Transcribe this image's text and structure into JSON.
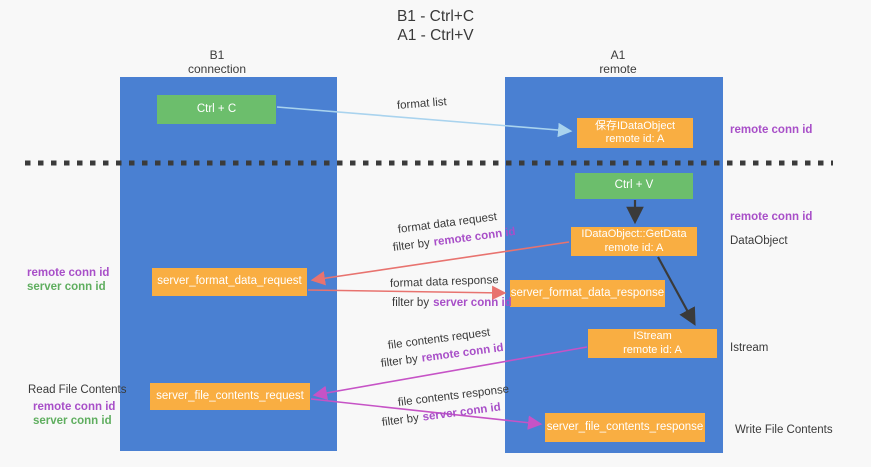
{
  "title": {
    "line1": "B1 - Ctrl+C",
    "line2": "A1 - Ctrl+V"
  },
  "columns": {
    "left": {
      "title": "B1",
      "subtitle": "connection"
    },
    "right": {
      "title": "A1",
      "subtitle": "remote"
    }
  },
  "nodes": {
    "ctrl_c": {
      "label": "Ctrl + C"
    },
    "save_dataobject": {
      "line1": "保存IDataObject",
      "line2": "remote id: A"
    },
    "ctrl_v": {
      "label": "Ctrl + V"
    },
    "getdata": {
      "line1": "IDataObject::GetData",
      "line2": "remote id: A"
    },
    "server_format_data_request": {
      "label": "server_format_data_request"
    },
    "server_format_data_response": {
      "label": "server_format_data_response"
    },
    "istream": {
      "line1": "IStream",
      "line2": "remote id: A"
    },
    "server_file_contents_request": {
      "label": "server_file_contents_request"
    },
    "server_file_contents_response": {
      "label": "server_file_contents_response"
    }
  },
  "arrow_labels": {
    "format_list": "format list",
    "format_data_request": "format data request",
    "format_data_request_filter": "filter by",
    "format_data_request_filter_id": "remote conn id",
    "format_data_response": "format data response",
    "format_data_response_filter": "filter by",
    "format_data_response_filter_id": "server conn id",
    "file_contents_request": "file contents request",
    "file_contents_request_filter": "filter by",
    "file_contents_request_filter_id": "remote conn id",
    "file_contents_response": "file contents response",
    "file_contents_response_filter": "filter by",
    "file_contents_response_filter_id": "server conn id"
  },
  "side_labels": {
    "right_remote_conn_id_top": "remote conn id",
    "right_remote_conn_id_mid": "remote conn id",
    "dataobject": "DataObject",
    "istream": "Istream",
    "write_file_contents": "Write File Contents",
    "left_remote_conn_id_1": "remote conn id",
    "left_server_conn_id_1": "server conn id",
    "read_file_contents": "Read File Contents",
    "left_remote_conn_id_2": "remote conn id",
    "left_server_conn_id_2": "server conn id"
  },
  "colors": {
    "column_blue": "#4a80d2",
    "box_green": "#6cbe6c",
    "box_orange": "#f9ae42",
    "arrow_light_blue": "#a9d3ee",
    "arrow_salmon": "#e8736f",
    "arrow_magenta": "#c653c6",
    "arrow_black": "#3a3a3a",
    "divider_dark": "#3b3b3b",
    "text_purple": "#a84fc8",
    "text_green": "#5fae5f"
  }
}
